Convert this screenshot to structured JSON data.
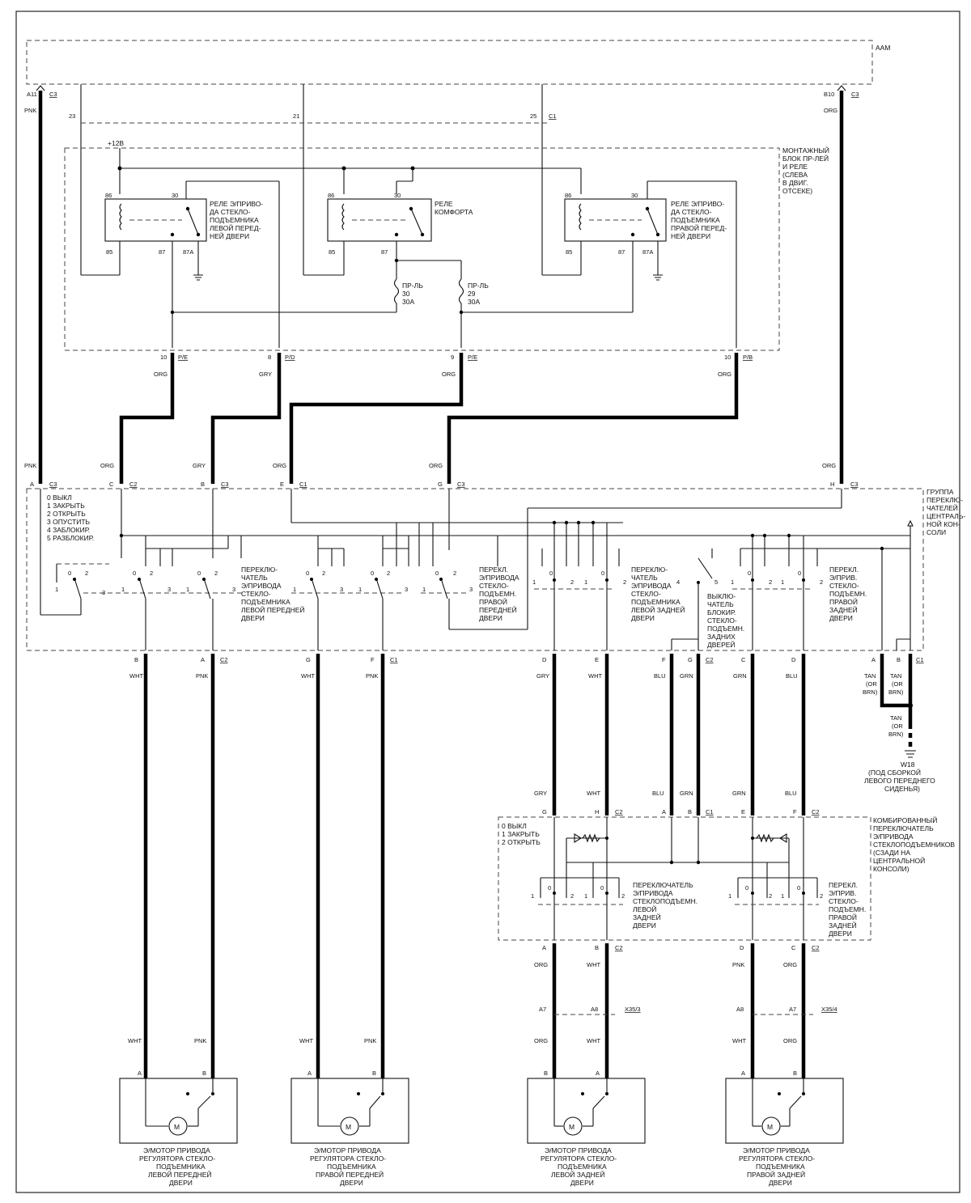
{
  "modules": {
    "aam": "AAM",
    "fuse_block": [
      "МОНТАЖНЫЙ",
      "БЛОК ПР-ЛЕЙ",
      "И  РЕЛЕ",
      "(СЛЕВА",
      "В ДВИГ.",
      "ОТСЕКЕ)"
    ],
    "switch_group": [
      "ГРУППА",
      "ПЕРЕКЛЮ-",
      "ЧАТЕЛЕЙ",
      "ЦЕНТРАЛЬ-",
      "НОЙ КОН-",
      "СОЛИ"
    ],
    "combined_switch": [
      "КОМБИРОВАННЫЙ",
      "ПЕРЕКЛЮЧАТЕЛЬ",
      "Э/ПРИВОДА",
      "СТЕКЛОПОДЪЕМНИКОВ",
      "(СЗАДИ  НА",
      "ЦЕНТРАЛЬНОЙ",
      "КОНСОЛИ)"
    ]
  },
  "supply": "+12В",
  "relays": {
    "left": [
      "РЕЛЕ Э/ПРИВО-",
      "ДА СТЕКЛО-",
      "ПОДЪЕМНИКА",
      "ЛЕВОЙ ПЕРЕД-",
      "НЕЙ ДВЕРИ"
    ],
    "comfort": [
      "РЕЛЕ",
      "КОМФОРТА"
    ],
    "right": [
      "РЕЛЕ Э/ПРИВО-",
      "ДА СТЕКЛО-",
      "ПОДЪЕМНИКА",
      "ПРАВОЙ ПЕРЕД-",
      "НЕЙ ДВЕРИ"
    ],
    "pins": {
      "p86": "86",
      "p30": "30",
      "p85": "85",
      "p87": "87",
      "p87a": "87А"
    }
  },
  "fuses": {
    "f30": [
      "ПР-ЛЬ",
      "30",
      "30А"
    ],
    "f29": [
      "ПР-ЛЬ",
      "29",
      "30А"
    ]
  },
  "aam_pins": {
    "a11": "A11",
    "c3": "C3",
    "b10": "B10",
    "p23": "23",
    "p21": "21",
    "p25": "25",
    "c1": "C1"
  },
  "fuse_pins": {
    "p10a": "10",
    "pe": "P/E",
    "p8": "8",
    "pd": "P/D",
    "p9": "9",
    "pe2": "P/E",
    "p10b": "10",
    "pb": "P/B"
  },
  "wires": {
    "pnk": "PNK",
    "org": "ORG",
    "gry": "GRY",
    "wht": "WHT",
    "blu": "BLU",
    "grn": "GRN",
    "tan": "TAN",
    "or_brn": "(OR",
    "brn": "BRN)"
  },
  "group_pins": {
    "A": "A",
    "C": "C",
    "B": "B",
    "E": "E",
    "G": "G",
    "H": "H",
    "c3": "C3",
    "c2": "C2",
    "c1": "C1",
    "D": "D",
    "F": "F"
  },
  "legend_main": [
    "0 ВЫКЛ",
    "1 ЗАКРЫТЬ",
    "2 ОТКРЫТЬ",
    "3  ОПУСТИТЬ",
    "4 ЗАБЛОКИР.",
    "5 РАЗБЛОКИР."
  ],
  "legend_combined": [
    "0 ВЫКЛ",
    "1 ЗАКРЫТЬ",
    "2 ОТКРЫТЬ"
  ],
  "switches": {
    "sw_lf": [
      "ПЕРЕКЛЮ-",
      "ЧАТЕЛЬ",
      "Э/ПРИВОДА",
      "СТЕКЛО-",
      "ПОДЪЕМНИКА",
      "ЛЕВОЙ ПЕРЕДНЕЙ",
      "ДВЕРИ"
    ],
    "sw_rf": [
      "ПЕРЕКЛ.",
      "Э/ПРИВОДА",
      "СТЕКЛО-",
      "ПОДЪЕМН.",
      "ПРАВОЙ",
      "ПЕРЕДНЕЙ",
      "ДВЕРИ"
    ],
    "sw_lr": [
      "ПЕРЕКЛЮ-",
      "ЧАТЕЛЬ",
      "Э/ПРИВОДА",
      "СТЕКЛО-",
      "ПОДЪЕМНИКА",
      "ЛЕВОЙ ЗАДНЕЙ",
      "ДВЕРИ"
    ],
    "sw_lock": [
      "ВЫКЛЮ-",
      "ЧАТЕЛЬ",
      "БЛОКИР.",
      "СТЕКЛО-",
      "ПОДЪЕМН.",
      "ЗАДНИХ",
      "ДВЕРЕЙ"
    ],
    "sw_rr": [
      "ПЕРЕКЛ.",
      "Э/ПРИВ.",
      "СТЕКЛО-",
      "ПОДЪЕМН.",
      "ПРАВОЙ",
      "ЗАДНЕЙ",
      "ДВЕРИ"
    ],
    "sw_lr2": [
      "ПЕРЕКЛЮЧАТЕЛЬ",
      "Э/ПРИВОДА",
      "СТЕКЛОПОДЪЕМН.",
      "ЛЕВОЙ",
      "ЗАДНЕЙ",
      "ДВЕРИ"
    ],
    "sw_rr2": [
      "ПЕРЕКЛ.",
      "Э/ПРИВ.",
      "СТЕКЛО-",
      "ПОДЪЕМН.",
      "ПРАВОЙ",
      "ЗАДНЕЙ",
      "ДВЕРИ"
    ]
  },
  "ground": [
    "W18",
    "(ПОД СБОРКОЙ",
    "ЛЕВОГО ПЕРЕДНЕГО",
    "СИДЕНЬЯ)"
  ],
  "inline_conn": {
    "x35_3": "X35/3",
    "x35_4": "X35/4",
    "a7": "A7",
    "a8": "A8"
  },
  "pos": {
    "p0": "0",
    "p1": "1",
    "p2": "2",
    "p3": "3",
    "p4": "4",
    "p5": "5"
  },
  "motor_symbol": "M",
  "motors": {
    "lf": [
      "Э/МОТОР ПРИВОДА",
      "РЕГУЛЯТОРА СТЕКЛО-",
      "ПОДЪЕМНИКА",
      "ЛЕВОЙ ПЕРЕДНЕЙ",
      "ДВЕРИ"
    ],
    "rf": [
      "Э/МОТОР ПРИВОДА",
      "РЕГУЛЯТОРА СТЕКЛО-",
      "ПОДЪЕМНИКА",
      "ПРАВОЙ ПЕРЕДНЕЙ",
      "ДВЕРИ"
    ],
    "lr": [
      "Э/МОТОР ПРИВОДА",
      "РЕГУЛЯТОРА СТЕКЛО-",
      "ПОДЪЕМНИКА",
      "ЛЕВОЙ ЗАДНЕЙ",
      "ДВЕРИ"
    ],
    "rr": [
      "Э/МОТОР ПРИВОДА",
      "РЕГУЛЯТОРА СТЕКЛО-",
      "ПОДЪЕМНИКА",
      "ПРАВОЙ ЗАДНЕЙ",
      "ДВЕРИ"
    ]
  }
}
